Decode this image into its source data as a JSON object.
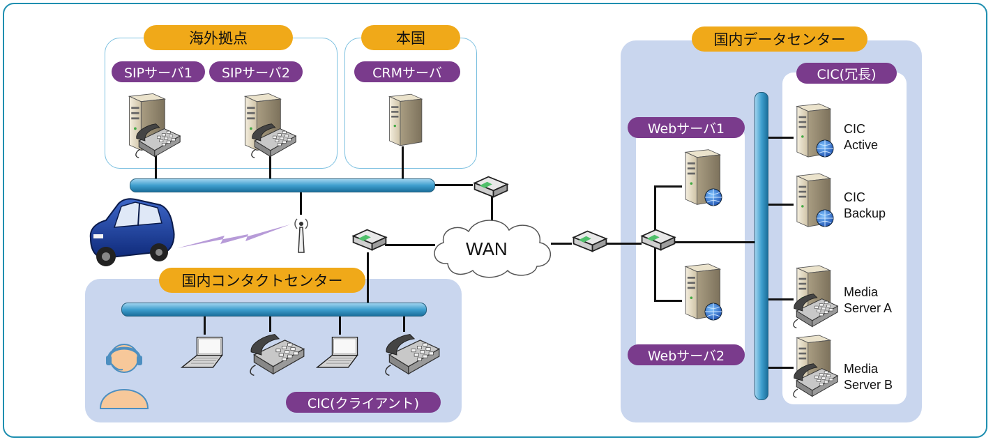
{
  "zones": {
    "overseas": "海外拠点",
    "home": "本国",
    "domestic_dc": "国内データセンター",
    "domestic_cc": "国内コンタクトセンター"
  },
  "servers": {
    "sip1": "SIPサーバ1",
    "sip2": "SIPサーバ2",
    "crm": "CRMサーバ",
    "web1": "Webサーバ1",
    "web2": "Webサーバ2",
    "cic_redundant": "CIC(冗長)",
    "cic_client": "CIC(クライアント)"
  },
  "network": {
    "wan": "WAN"
  },
  "cic_nodes": [
    {
      "line1": "CIC",
      "line2": "Active"
    },
    {
      "line1": "CIC",
      "line2": "Backup"
    },
    {
      "line1": "Media",
      "line2": "Server A"
    },
    {
      "line1": "Media",
      "line2": "Server B"
    }
  ],
  "colors": {
    "frame": "#1f8fb0",
    "zone_fill": "#c9d6ee",
    "orange_label": "#f0a919",
    "purple_label": "#7a3b8c",
    "bus": "#3f9fce"
  },
  "icons": [
    "server-icon",
    "phone-icon",
    "router-icon",
    "laptop-icon",
    "car-icon",
    "antenna-icon",
    "operator-icon",
    "globe-icon",
    "cloud-icon"
  ]
}
